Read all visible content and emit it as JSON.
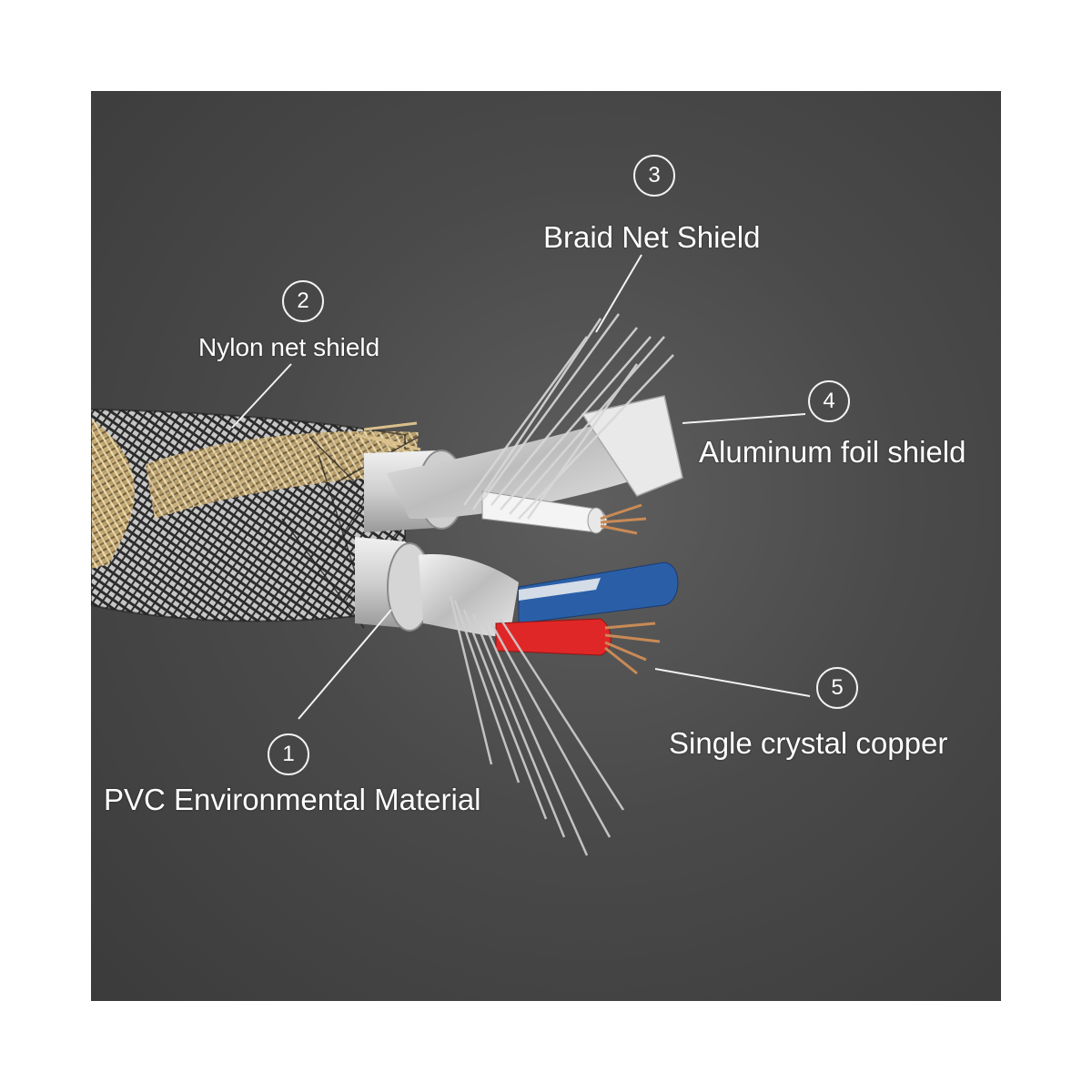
{
  "colors": {
    "background": "#474747",
    "page": "#ffffff",
    "text": "#ffffff",
    "jacket_braid_gold": "#c9aa6e",
    "pvc_jacket": "#d8d8d8",
    "foil": "#cfcfcf",
    "copper": "#c98a55",
    "red_wire": "#e02727",
    "blue_wire": "#2a5fa8"
  },
  "callouts": [
    {
      "number": "1",
      "label": "PVC Environmental Material"
    },
    {
      "number": "2",
      "label": "Nylon net shield"
    },
    {
      "number": "3",
      "label": "Braid Net Shield"
    },
    {
      "number": "4",
      "label": "Aluminum foil shield"
    },
    {
      "number": "5",
      "label": "Single crystal copper"
    }
  ]
}
